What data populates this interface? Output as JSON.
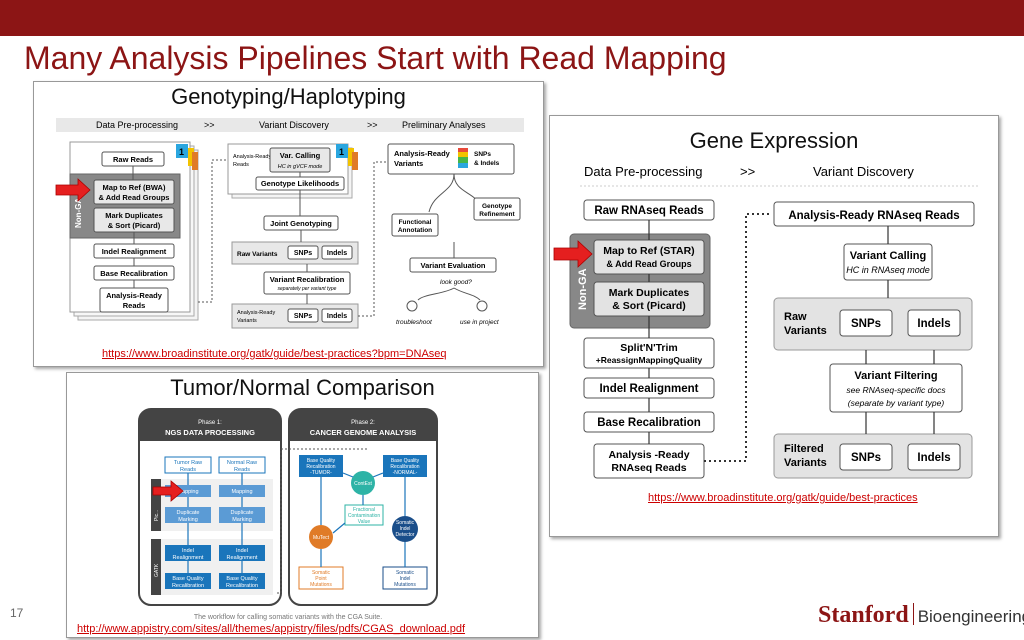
{
  "slide": {
    "title": "Many Analysis Pipelines Start with Read Mapping",
    "page_number": "17",
    "logo": {
      "wordmark": "Stanford",
      "department": "Bioengineering"
    },
    "colors": {
      "brand": "#8c1515",
      "arrow": "#e51f1f",
      "link": "#cc0000"
    }
  },
  "genotyping": {
    "title": "Genotyping/Haplotyping",
    "header": [
      "Data Pre-processing",
      ">>",
      "Variant Discovery",
      ">>",
      "Preliminary Analyses"
    ],
    "preprocessing": {
      "side_label": "Non-GA",
      "badge": "1",
      "steps": [
        "Raw Reads",
        "Map to Ref (BWA)",
        "& Add Read Groups",
        "Mark Duplicates",
        "& Sort (Picard)",
        "Indel Realignment",
        "Base Recalibration",
        "Analysis-Ready",
        "Reads"
      ]
    },
    "discovery": {
      "badge": "1",
      "stack_label": [
        "Analysis-Ready",
        "Reads"
      ],
      "var_calling": "Var. Calling",
      "var_calling_sub": "HC in gVCF mode",
      "likelihoods": "Genotype Likelihoods",
      "joint": "Joint Genotyping",
      "raw_variants": "Raw Variants",
      "snps": "SNPs",
      "indels": "Indels",
      "recalibration": "Variant Recalibration",
      "recalibration_sub": "separately per variant type",
      "ar_variants": [
        "Analysis-Ready",
        "Variants"
      ]
    },
    "preliminary": {
      "ar_variants": [
        "Analysis-Ready",
        "Variants"
      ],
      "snps_indels": [
        "SNPs",
        "& Indels"
      ],
      "functional": [
        "Functional",
        "Annotation"
      ],
      "refinement": [
        "Genotype",
        "Refinement"
      ],
      "evaluation": "Variant Evaluation",
      "look_good": "look good?",
      "troubleshoot": "troubleshoot",
      "use_in_project": "use in project"
    },
    "link": "https://www.broadinstitute.org/gatk/guide/best-practices?bpm=DNAseq"
  },
  "tumor": {
    "title": "Tumor/Normal Comparison",
    "phase1": {
      "label": "Phase 1:",
      "name": "NGS DATA PROCESSING"
    },
    "phase2": {
      "label": "Phase 2:",
      "name": "CANCER GENOME ANALYSIS"
    },
    "left_col": [
      "Tumor Raw",
      "Reads",
      "Mapping",
      "Duplicate",
      "Marking",
      "Indel",
      "Realignment",
      "Base Quality",
      "Recalibration"
    ],
    "right_col": [
      "Normal Raw",
      "Reads",
      "Mapping",
      "Duplicate",
      "Marking",
      "Indel",
      "Realignment",
      "Base Quality",
      "Recalibration"
    ],
    "side_labels": [
      "Pic...",
      "GATK"
    ],
    "bqr_tumor": [
      "Base Quality",
      "Recalibration",
      "-TUMOR-"
    ],
    "bqr_normal": [
      "Base Quality",
      "Recalibration",
      "-NORMAL-"
    ],
    "contest": "ContEst",
    "fraction": [
      "Fractional",
      "Contamination",
      "Value"
    ],
    "mutect": "MuTect",
    "indel_detector": [
      "Somatic",
      "Indel",
      "Detector"
    ],
    "point_mut": [
      "Somatic",
      "Point",
      "Mutations"
    ],
    "indel_mut": [
      "Somatic",
      "Indel",
      "Mutations"
    ],
    "caption": "The workflow for calling somatic variants with the CGA Suite.",
    "link": "http://www.appistry.com/sites/all/themes/appistry/files/pdfs/CGAS_download.pdf"
  },
  "gene": {
    "title": "Gene Expression",
    "header": [
      "Data Pre-processing",
      ">>",
      "Variant Discovery"
    ],
    "side_label": "Non-GA",
    "left": {
      "raw": "Raw RNAseq Reads",
      "map1": "Map to Ref (STAR)",
      "map2": "& Add Read Groups",
      "dup1": "Mark Duplicates",
      "dup2": "& Sort (Picard)",
      "split1": "Split'N'Trim",
      "split2": "+ReassignMappingQuality",
      "indel": "Indel Realignment",
      "bqsr": "Base Recalibration",
      "ar1": "Analysis -Ready",
      "ar2": "RNAseq Reads"
    },
    "right": {
      "ar": "Analysis-Ready RNAseq Reads",
      "vc1": "Variant Calling",
      "vc2": "HC in RNAseq mode",
      "raw1": "Raw",
      "raw2": "Variants",
      "snps": "SNPs",
      "indels": "Indels",
      "vf1": "Variant Filtering",
      "vf2": "see RNAseq-specific docs",
      "vf3": "(separate by variant type)",
      "filt1": "Filtered",
      "filt2": "Variants",
      "snps2": "SNPs",
      "indels2": "Indels"
    },
    "link": "https://www.broadinstitute.org/gatk/guide/best-practices"
  }
}
